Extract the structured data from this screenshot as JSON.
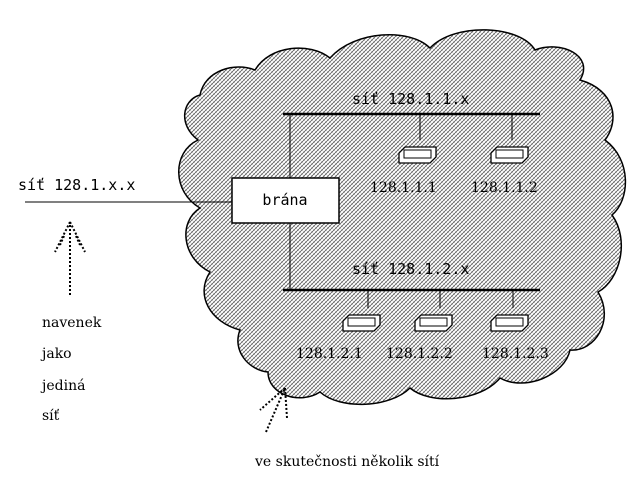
{
  "diagram": {
    "external_net_label": "síť 128.1.x.x",
    "subnet1_label": "síť 128.1.1.x",
    "subnet2_label": "síť 128.1.2.x",
    "gateway_label": "brána",
    "hosts_subnet1": [
      "128.1.1.1",
      "128.1.1.2"
    ],
    "hosts_subnet2": [
      "128.1.2.1",
      "128.1.2.2",
      "128.1.2.3"
    ],
    "outside_caption": [
      "navenek",
      "jako",
      "jediná",
      "síť"
    ],
    "inside_caption": "ve skutečnosti několik sítí"
  }
}
